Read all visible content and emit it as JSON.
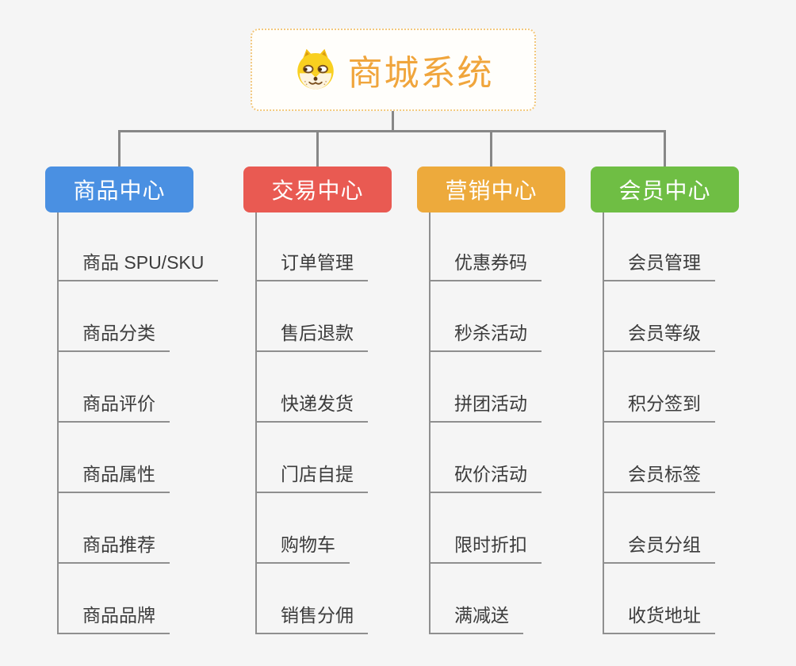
{
  "canvas": {
    "background": "#f5f5f5",
    "connector_color": "#878787",
    "underline_color": "#8f8f8f"
  },
  "root": {
    "title": "商城系统",
    "icon": "dog-face-icon",
    "text_color": "#f0a53c",
    "border_color": "#f2c87e",
    "background": "#fffefb"
  },
  "branches": [
    {
      "label": "商品中心",
      "color": "#4a90e2",
      "children": [
        "商品 SPU/SKU",
        "商品分类",
        "商品评价",
        "商品属性",
        "商品推荐",
        "商品品牌"
      ]
    },
    {
      "label": "交易中心",
      "color": "#e95a52",
      "children": [
        "订单管理",
        "售后退款",
        "快递发货",
        "门店自提",
        "购物车",
        "销售分佣"
      ]
    },
    {
      "label": "营销中心",
      "color": "#edaa3c",
      "children": [
        "优惠券码",
        "秒杀活动",
        "拼团活动",
        "砍价活动",
        "限时折扣",
        "满减送"
      ]
    },
    {
      "label": "会员中心",
      "color": "#6fbe44",
      "children": [
        "会员管理",
        "会员等级",
        "积分签到",
        "会员标签",
        "会员分组",
        "收货地址"
      ]
    }
  ]
}
